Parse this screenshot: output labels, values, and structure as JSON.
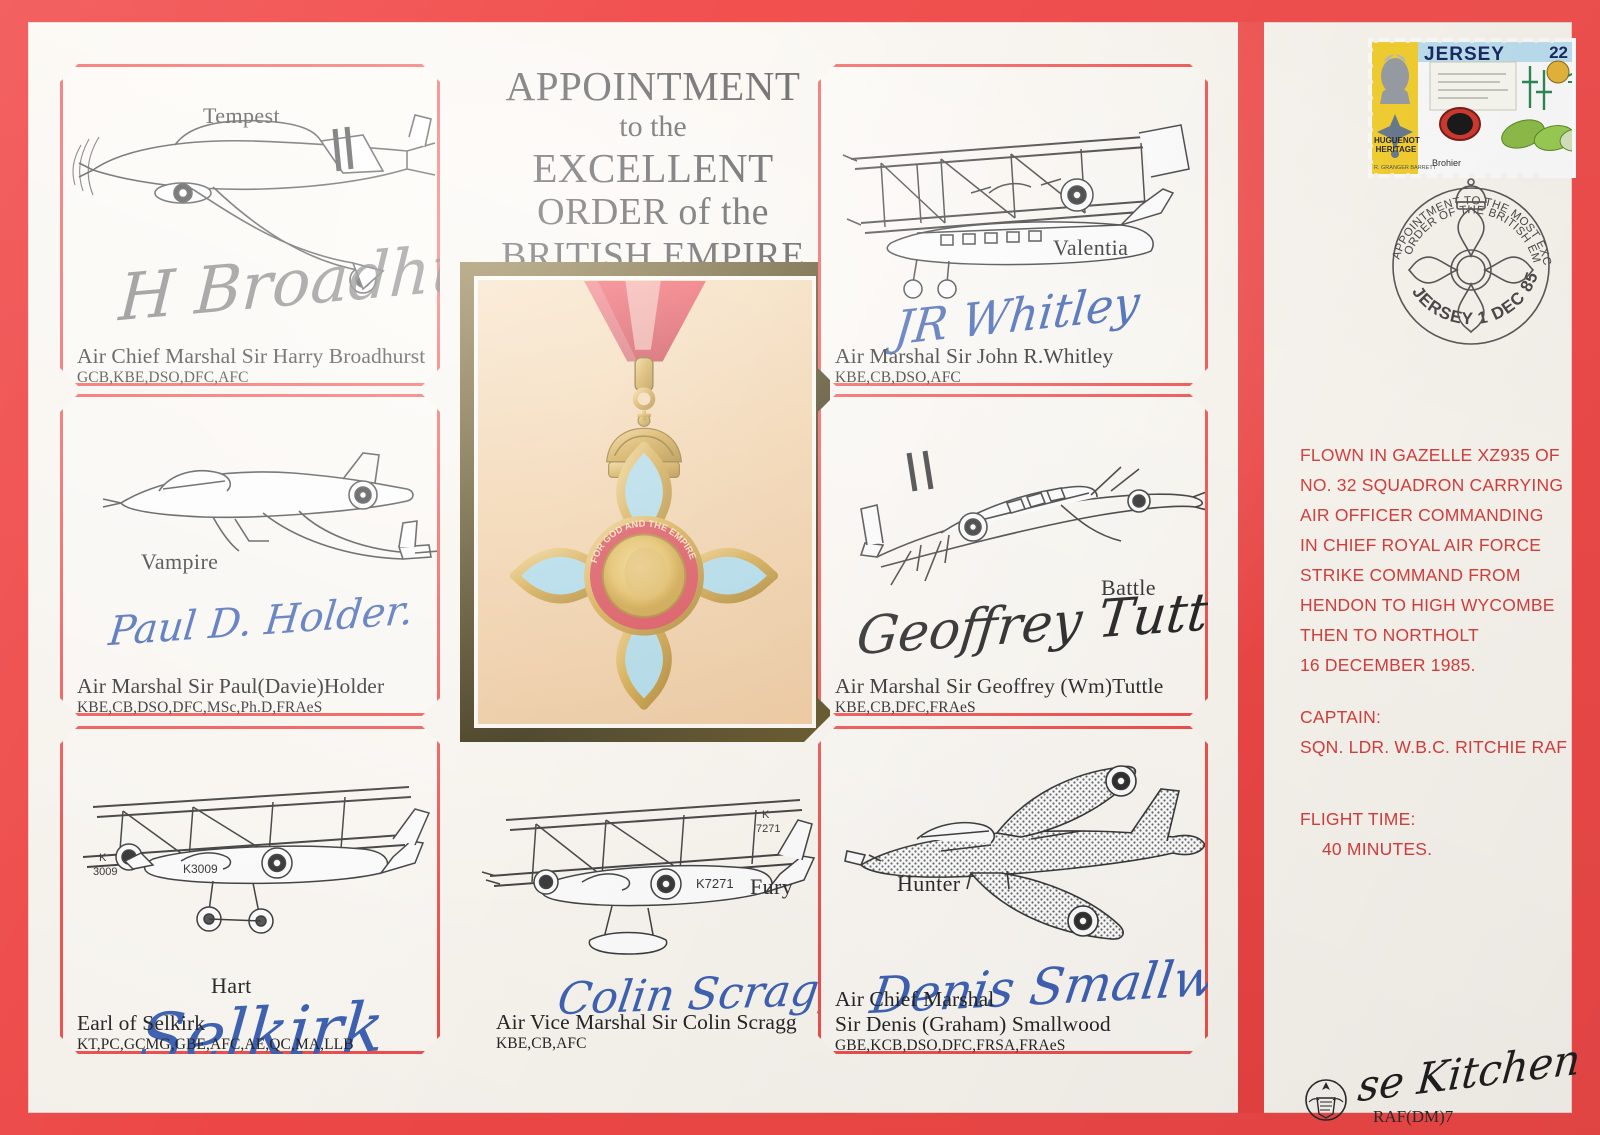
{
  "cover": {
    "title_lines": [
      "APPOINTMENT",
      "to the",
      "EXCELLENT",
      "ORDER of the",
      "BRITISH EMPIRE"
    ],
    "background_color": "#f2504e",
    "paper_color": "#fbf7f1",
    "red_text_color": "#d6403f"
  },
  "medal": {
    "name": "cbe-badge",
    "ribbon_color": "#e8424a",
    "cross_color": "#a8d8e8",
    "gold_color": "#d8a838",
    "circlet_text": "FOR GOD AND THE EMPIRE",
    "frame_color": "#4a3c12"
  },
  "panels": [
    {
      "aircraft": "Tempest",
      "signer": "Air Chief Marshal Sir Harry Broadhurst",
      "postnominals": "GCB,KBE,DSO,DFC,AFC",
      "signature": "H Broadhurst",
      "ink": "grey"
    },
    {
      "aircraft": "Valentia",
      "signer": "Air Marshal Sir John R.Whitley",
      "postnominals": "KBE,CB,DSO,AFC",
      "signature": "JR Whitley",
      "ink": "blue"
    },
    {
      "aircraft": "Vampire",
      "signer": "Air Marshal Sir Paul(Davie)Holder",
      "postnominals": "KBE,CB,DSO,DFC,MSc,Ph.D,FRAeS",
      "signature": "Paul D. Holder.",
      "ink": "blue"
    },
    {
      "aircraft": "Battle",
      "signer": "Air Marshal Sir Geoffrey (Wm)Tuttle",
      "postnominals": "KBE,CB,DFC,FRAeS",
      "signature": "Geoffrey Tuttle",
      "ink": "dark"
    },
    {
      "aircraft": "Hart",
      "signer": "Earl of Selkirk",
      "postnominals": "KT,PC,GCMG,GBE,AFC,AE,QC,MA,LLB",
      "signature": "Selkirk",
      "ink": "blue"
    },
    {
      "aircraft": "Fury",
      "signer": "Air Vice Marshal Sir Colin Scragg",
      "postnominals": "KBE,CB,AFC",
      "signature": "Colin Scragg",
      "ink": "blue"
    },
    {
      "aircraft": "Hunter",
      "signer_line1": "Air Chief Marshal",
      "signer_line2": "Sir Denis (Graham) Smallwood",
      "postnominals": "GBE,KCB,DSO,DFC,FRSA,FRAeS",
      "signature": "Denis Smallwood",
      "ink": "blue"
    }
  ],
  "aircraft_serials": {
    "hart": "K3009",
    "fury": "K7271"
  },
  "flight_details": {
    "lines": [
      "FLOWN IN GAZELLE XZ935 OF",
      "NO. 32 SQUADRON CARRYING",
      "AIR OFFICER COMMANDING",
      "IN CHIEF ROYAL AIR FORCE",
      "STRIKE COMMAND FROM",
      "HENDON TO HIGH WYCOMBE",
      "THEN TO NORTHOLT",
      "16 DECEMBER 1985."
    ],
    "captain_label": "CAPTAIN:",
    "captain_name": "SQN. LDR. W.B.C. RITCHIE RAF",
    "flight_time_label": "FLIGHT TIME:",
    "flight_time_value": "40 MINUTES."
  },
  "stamp": {
    "country": "JERSEY",
    "value": "22",
    "theme": "HUGUENOT HERITAGE",
    "subject": "Brohier",
    "designer_credit": "R. GRANGER BARRETT"
  },
  "postmark": {
    "top_arc": "APPOINTMENT TO THE MOST EXCELLENT",
    "second_arc": "ORDER OF THE BRITISH EMPIRE",
    "bottom_arc": "JERSEY 1 DEC 85"
  },
  "footer": {
    "code": "RAF(DM)7",
    "crest": "raf-crest"
  }
}
